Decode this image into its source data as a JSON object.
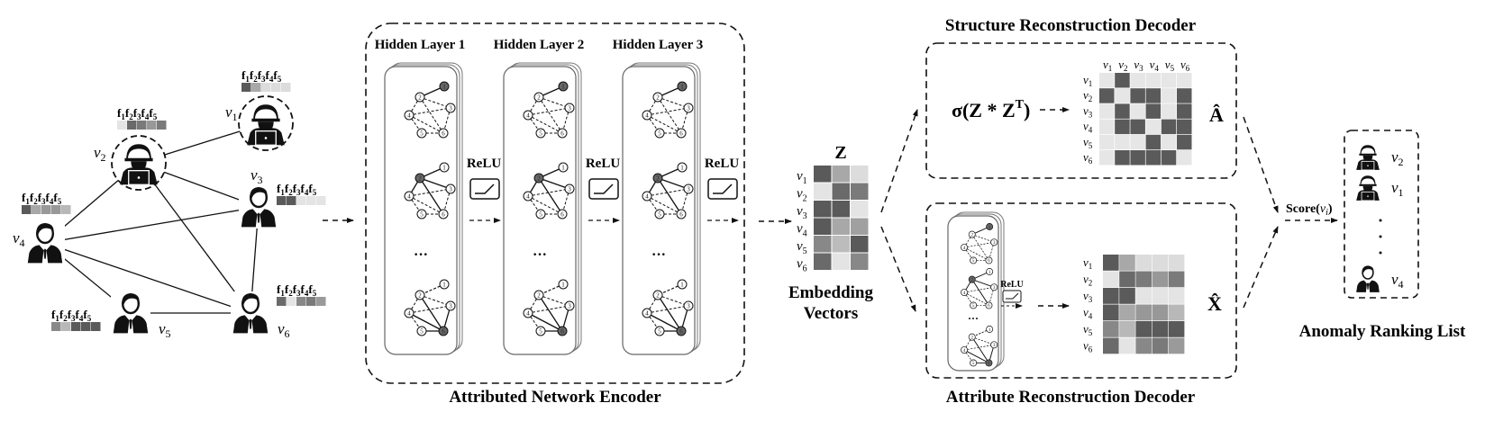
{
  "network": {
    "feature_label": [
      "f",
      "1",
      "f",
      "2",
      "f",
      "3",
      "f",
      "4",
      "f",
      "5"
    ],
    "nodes": [
      {
        "id": "v1",
        "label": "v",
        "sub": "1",
        "type": "anomaly",
        "attributes": [
          "#5a5a5a",
          "#a8a8a8",
          "#dcdcdc",
          "#dcdcdc",
          "#dcdcdc"
        ]
      },
      {
        "id": "v2",
        "label": "v",
        "sub": "2",
        "type": "anomaly",
        "attributes": [
          "#e4e4e4",
          "#6a6a6a",
          "#7a7a7a",
          "#989898",
          "#7a7a7a"
        ]
      },
      {
        "id": "v3",
        "label": "v",
        "sub": "3",
        "type": "normal",
        "attributes": [
          "#5a5a5a",
          "#5a5a5a",
          "#e4e4e4",
          "#e4e4e4",
          "#e4e4e4"
        ]
      },
      {
        "id": "v4",
        "label": "v",
        "sub": "4",
        "type": "normal",
        "attributes": [
          "#5a5a5a",
          "#a8a8a8",
          "#989898",
          "#989898",
          "#b8b8b8"
        ]
      },
      {
        "id": "v5",
        "label": "v",
        "sub": "5",
        "type": "normal",
        "attributes": [
          "#888888",
          "#b8b8b8",
          "#5a5a5a",
          "#5a5a5a",
          "#5a5a5a"
        ]
      },
      {
        "id": "v6",
        "label": "v",
        "sub": "6",
        "type": "normal",
        "attributes": [
          "#6a6a6a",
          "#e4e4e4",
          "#888888",
          "#7a7a7a",
          "#9a9a9a"
        ]
      }
    ],
    "edges": [
      [
        "v1",
        "v2"
      ],
      [
        "v2",
        "v3"
      ],
      [
        "v2",
        "v4"
      ],
      [
        "v2",
        "v6"
      ],
      [
        "v3",
        "v4"
      ],
      [
        "v3",
        "v6"
      ],
      [
        "v4",
        "v5"
      ],
      [
        "v4",
        "v6"
      ],
      [
        "v5",
        "v6"
      ]
    ]
  },
  "encoder": {
    "title": "Attributed Network Encoder",
    "layers": [
      "Hidden Layer 1",
      "Hidden Layer 2",
      "Hidden Layer 3"
    ],
    "activation": "ReLU",
    "ellipsis": "···"
  },
  "embedding": {
    "symbol": "Z",
    "caption_line1": "Embedding",
    "caption_line2": "Vectors",
    "rows": [
      "1",
      "2",
      "3",
      "4",
      "5",
      "6"
    ],
    "matrix": [
      [
        "#5a5a5a",
        "#a8a8a8",
        "#dcdcdc"
      ],
      [
        "#e4e4e4",
        "#6a6a6a",
        "#7a7a7a"
      ],
      [
        "#5a5a5a",
        "#5a5a5a",
        "#e4e4e4"
      ],
      [
        "#5a5a5a",
        "#a8a8a8",
        "#a0a0a0"
      ],
      [
        "#888888",
        "#bcbcbc",
        "#5a5a5a"
      ],
      [
        "#6a6a6a",
        "#e4e4e4",
        "#888888"
      ]
    ]
  },
  "structure_decoder": {
    "title": "Structure Reconstruction Decoder",
    "formula_main": "σ(Z * Z",
    "formula_sup": "T",
    "formula_end": ")",
    "output_symbol": "Â",
    "adjacency": [
      [
        0,
        1,
        0,
        0,
        0,
        0
      ],
      [
        1,
        0,
        1,
        1,
        0,
        1
      ],
      [
        0,
        1,
        0,
        1,
        0,
        1
      ],
      [
        0,
        1,
        1,
        0,
        1,
        1
      ],
      [
        0,
        0,
        0,
        1,
        0,
        1
      ],
      [
        0,
        1,
        1,
        1,
        1,
        0
      ]
    ],
    "on_color": "#5a5a5a",
    "off_color": "#e6e6e6"
  },
  "attribute_decoder": {
    "title": "Attribute Reconstruction Decoder",
    "activation": "ReLU",
    "output_symbol": "X̂",
    "matrix": [
      [
        "#5a5a5a",
        "#a8a8a8",
        "#dcdcdc",
        "#dcdcdc",
        "#dcdcdc"
      ],
      [
        "#e4e4e4",
        "#6a6a6a",
        "#7a7a7a",
        "#989898",
        "#7a7a7a"
      ],
      [
        "#5a5a5a",
        "#5a5a5a",
        "#e4e4e4",
        "#e4e4e4",
        "#e4e4e4"
      ],
      [
        "#5a5a5a",
        "#a8a8a8",
        "#989898",
        "#989898",
        "#b8b8b8"
      ],
      [
        "#888888",
        "#b8b8b8",
        "#5a5a5a",
        "#5a5a5a",
        "#5a5a5a"
      ],
      [
        "#6a6a6a",
        "#e4e4e4",
        "#888888",
        "#7a7a7a",
        "#9a9a9a"
      ]
    ]
  },
  "ranking": {
    "score_label": "Score(",
    "score_var": "v",
    "score_sub": "i",
    "score_end": ")",
    "title": "Anomaly Ranking List",
    "items": [
      {
        "label": "v",
        "sub": "2",
        "type": "anomaly"
      },
      {
        "label": "v",
        "sub": "1",
        "type": "anomaly"
      },
      {
        "label": "v",
        "sub": "4",
        "type": "normal"
      }
    ]
  }
}
